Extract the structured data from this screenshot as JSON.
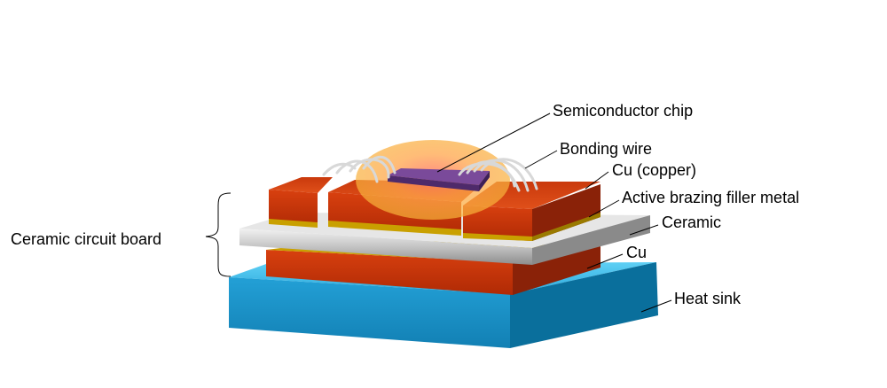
{
  "labels": {
    "chip": "Semiconductor chip",
    "wire": "Bonding wire",
    "cu_top": "Cu (copper)",
    "brazing": "Active brazing filler metal",
    "ceramic": "Ceramic",
    "cu_bottom": "Cu",
    "heat_sink": "Heat sink",
    "board": "Ceramic circuit board"
  },
  "colors": {
    "copper": "#c8320a",
    "copper_dark": "#8a2208",
    "brazing": "#c9a000",
    "ceramic": "#c8c8c8",
    "heat_sink": "#1a8fc4",
    "chip": "#6a3a8a",
    "glow": "#f5b23a"
  }
}
